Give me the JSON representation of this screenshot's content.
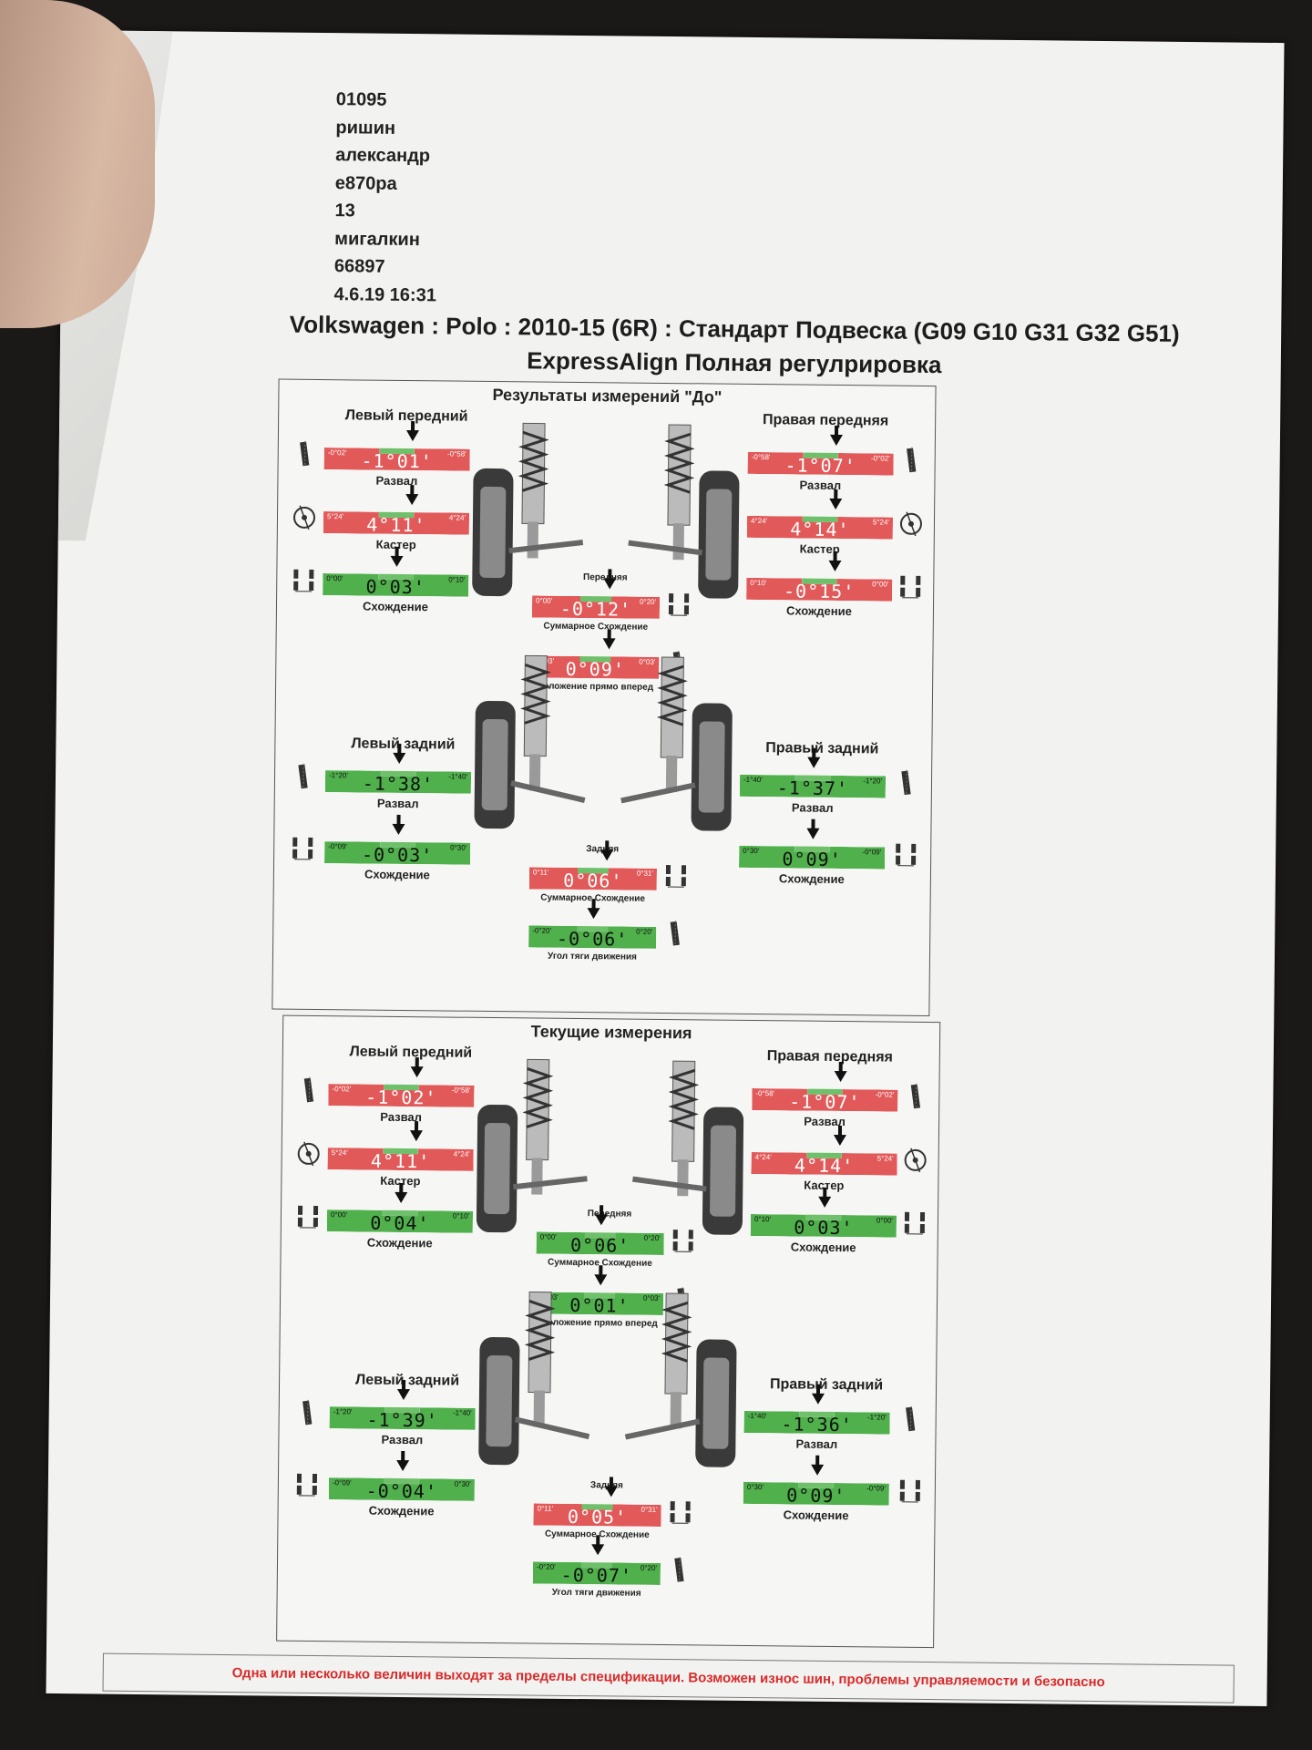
{
  "client": {
    "lines": [
      "01095",
      "ришин",
      "александр",
      "е870ра",
      "13",
      "мигалкин",
      "66897",
      "4.6.19 16:31"
    ]
  },
  "title": "Volkswagen : Polo : 2010-15 (6R) : Стандарт Подвеска (G09 G10 G31 G32 G51)",
  "subtitle": "ExpressAlign Полная регулрировка",
  "sections": [
    {
      "title": "Результаты измерений \"До\"",
      "front": {
        "left_label": "Левый передний",
        "right_label": "Правая передняя",
        "left": [
          {
            "value": "-1°01'",
            "lo": "-0°02'",
            "hi": "-0°58'",
            "status": "red",
            "label": "Развал"
          },
          {
            "value": "4°11'",
            "lo": "5°24'",
            "hi": "4°24'",
            "status": "red",
            "label": "Кастер"
          },
          {
            "value": "0°03'",
            "lo": "0°00'",
            "hi": "0°10'",
            "status": "green",
            "label": "Схождение"
          }
        ],
        "right": [
          {
            "value": "-1°07'",
            "lo": "-0°58'",
            "hi": "-0°02'",
            "status": "red",
            "label": "Развал"
          },
          {
            "value": "4°14'",
            "lo": "4°24'",
            "hi": "5°24'",
            "status": "red",
            "label": "Кастер"
          },
          {
            "value": "-0°15'",
            "lo": "0°10'",
            "hi": "0°00'",
            "status": "red",
            "label": "Схождение"
          }
        ],
        "center_label": "Передняя",
        "center": [
          {
            "value": "-0°12'",
            "lo": "0°00'",
            "hi": "0°20'",
            "status": "red",
            "label": "Суммарное Схождение"
          },
          {
            "value": "0°09'",
            "lo": "-0°03'",
            "hi": "0°03'",
            "status": "red",
            "label": "Положение прямо вперед"
          }
        ]
      },
      "rear": {
        "left_label": "Левый задний",
        "right_label": "Правый задний",
        "left": [
          {
            "value": "-1°38'",
            "lo": "-1°20'",
            "hi": "-1°40'",
            "status": "green",
            "label": "Развал"
          },
          {
            "value": "-0°03'",
            "lo": "-0°09'",
            "hi": "0°30'",
            "status": "green",
            "label": "Схождение"
          }
        ],
        "right": [
          {
            "value": "-1°37'",
            "lo": "-1°40'",
            "hi": "-1°20'",
            "status": "green",
            "label": "Развал"
          },
          {
            "value": "0°09'",
            "lo": "0°30'",
            "hi": "-0°09'",
            "status": "green",
            "label": "Схождение"
          }
        ],
        "center_label": "Задняя",
        "center": [
          {
            "value": "0°06'",
            "lo": "0°11'",
            "hi": "0°31'",
            "status": "red",
            "label": "Суммарное Схождение"
          },
          {
            "value": "-0°06'",
            "lo": "-0°20'",
            "hi": "0°20'",
            "status": "green",
            "label": "Угол тяги движения"
          }
        ]
      }
    },
    {
      "title": "Текущие измерения",
      "front": {
        "left_label": "Левый передний",
        "right_label": "Правая передняя",
        "left": [
          {
            "value": "-1°02'",
            "lo": "-0°02'",
            "hi": "-0°58'",
            "status": "red",
            "label": "Развал"
          },
          {
            "value": "4°11'",
            "lo": "5°24'",
            "hi": "4°24'",
            "status": "red",
            "label": "Кастер"
          },
          {
            "value": "0°04'",
            "lo": "0°00'",
            "hi": "0°10'",
            "status": "green",
            "label": "Схождение"
          }
        ],
        "right": [
          {
            "value": "-1°07'",
            "lo": "-0°58'",
            "hi": "-0°02'",
            "status": "red",
            "label": "Развал"
          },
          {
            "value": "4°14'",
            "lo": "4°24'",
            "hi": "5°24'",
            "status": "red",
            "label": "Кастер"
          },
          {
            "value": "0°03'",
            "lo": "0°10'",
            "hi": "0°00'",
            "status": "green",
            "label": "Схождение"
          }
        ],
        "center_label": "Передняя",
        "center": [
          {
            "value": "0°06'",
            "lo": "0°00'",
            "hi": "0°20'",
            "status": "green",
            "label": "Суммарное Схождение"
          },
          {
            "value": "0°01'",
            "lo": "-0°03'",
            "hi": "0°03'",
            "status": "green",
            "label": "Положение прямо вперед"
          }
        ]
      },
      "rear": {
        "left_label": "Левый задний",
        "right_label": "Правый задний",
        "left": [
          {
            "value": "-1°39'",
            "lo": "-1°20'",
            "hi": "-1°40'",
            "status": "green",
            "label": "Развал"
          },
          {
            "value": "-0°04'",
            "lo": "-0°09'",
            "hi": "0°30'",
            "status": "green",
            "label": "Схождение"
          }
        ],
        "right": [
          {
            "value": "-1°36'",
            "lo": "-1°40'",
            "hi": "-1°20'",
            "status": "green",
            "label": "Развал"
          },
          {
            "value": "0°09'",
            "lo": "0°30'",
            "hi": "-0°09'",
            "status": "green",
            "label": "Схождение"
          }
        ],
        "center_label": "Задняя",
        "center": [
          {
            "value": "0°05'",
            "lo": "0°11'",
            "hi": "0°31'",
            "status": "red",
            "label": "Суммарное Схождение"
          },
          {
            "value": "-0°07'",
            "lo": "-0°20'",
            "hi": "0°20'",
            "status": "green",
            "label": "Угол тяги движения"
          }
        ]
      }
    }
  ],
  "footer": "Одна или несколько величин выходят за пределы спецификации. Возможен износ шин, проблемы управляемости и безопасно",
  "colors": {
    "red": "#e25959",
    "green": "#4fb04c"
  }
}
